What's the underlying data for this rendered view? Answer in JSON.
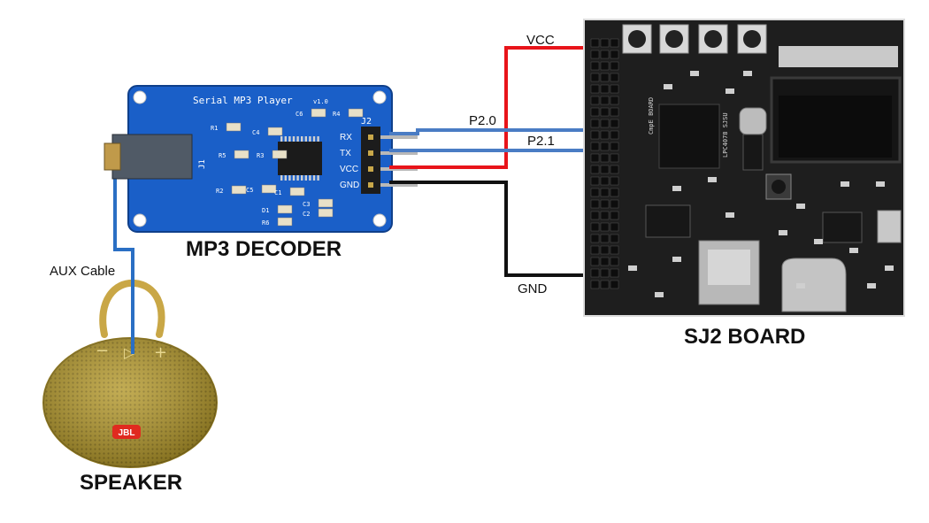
{
  "labels": {
    "decoder": "MP3 DECODER",
    "board": "SJ2 BOARD",
    "speaker": "SPEAKER",
    "aux": "AUX Cable"
  },
  "decoder_pcb": {
    "title": "Serial MP3 Player",
    "version": "v1.0",
    "header": "J2",
    "pins": [
      "RX",
      "TX",
      "VCC",
      "GND"
    ],
    "jack_ref": "J1",
    "parts": [
      "R1",
      "C4",
      "C6",
      "R4",
      "R5",
      "R3",
      "R2",
      "C5",
      "C1",
      "D1",
      "R6",
      "C3",
      "C2"
    ]
  },
  "wires": [
    {
      "label": "VCC",
      "color": "#e8141a"
    },
    {
      "label": "P2.0",
      "color": "#4a7cc4"
    },
    {
      "label": "P2.1",
      "color": "#4a7cc4"
    },
    {
      "label": "GND",
      "color": "#111111"
    }
  ],
  "aux_color": "#2a6fc4",
  "sj2_board": {
    "chip_label": "LPC4078 SJSU",
    "board_text": "CmpE BOARD"
  },
  "speaker_brand": "JBL",
  "colors": {
    "decoder_pcb": "#1a5fc8",
    "sj2_pcb": "#1e1e1e",
    "speaker_body": "#b89a2c"
  }
}
